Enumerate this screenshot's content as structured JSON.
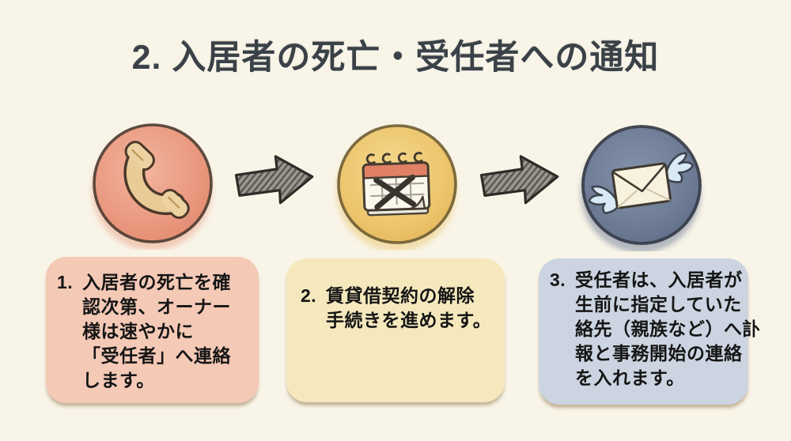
{
  "title": "2. 入居者の死亡・受任者への通知",
  "colors": {
    "background": "#f8f4e7",
    "title_text": "#3a4147",
    "step1_circle": "#ea9a80",
    "step1_box": "#f4c9b6",
    "step2_circle": "#edc66e",
    "step2_box": "#f5e8bd",
    "step3_circle": "#66748e",
    "step3_box": "#cbd4e0",
    "arrow_fill": "#98968f",
    "body_text": "#151515"
  },
  "steps": [
    {
      "number": "1.",
      "icon": "phone-icon",
      "lines": [
        "入居者の死亡を確",
        "認次第、オーナー",
        "様は速やかに",
        "「受任者」へ連絡",
        "します。"
      ]
    },
    {
      "number": "2.",
      "icon": "cancelled-calendar-icon",
      "lines": [
        "賃貸借契約の解除",
        "手続きを進めます。"
      ]
    },
    {
      "number": "3.",
      "icon": "winged-mail-icon",
      "lines": [
        "受任者は、入居者が",
        "生前に指定していた",
        "絡先（親族など）へ訃",
        "報と事務開始の連絡",
        "を入れます。"
      ]
    }
  ]
}
